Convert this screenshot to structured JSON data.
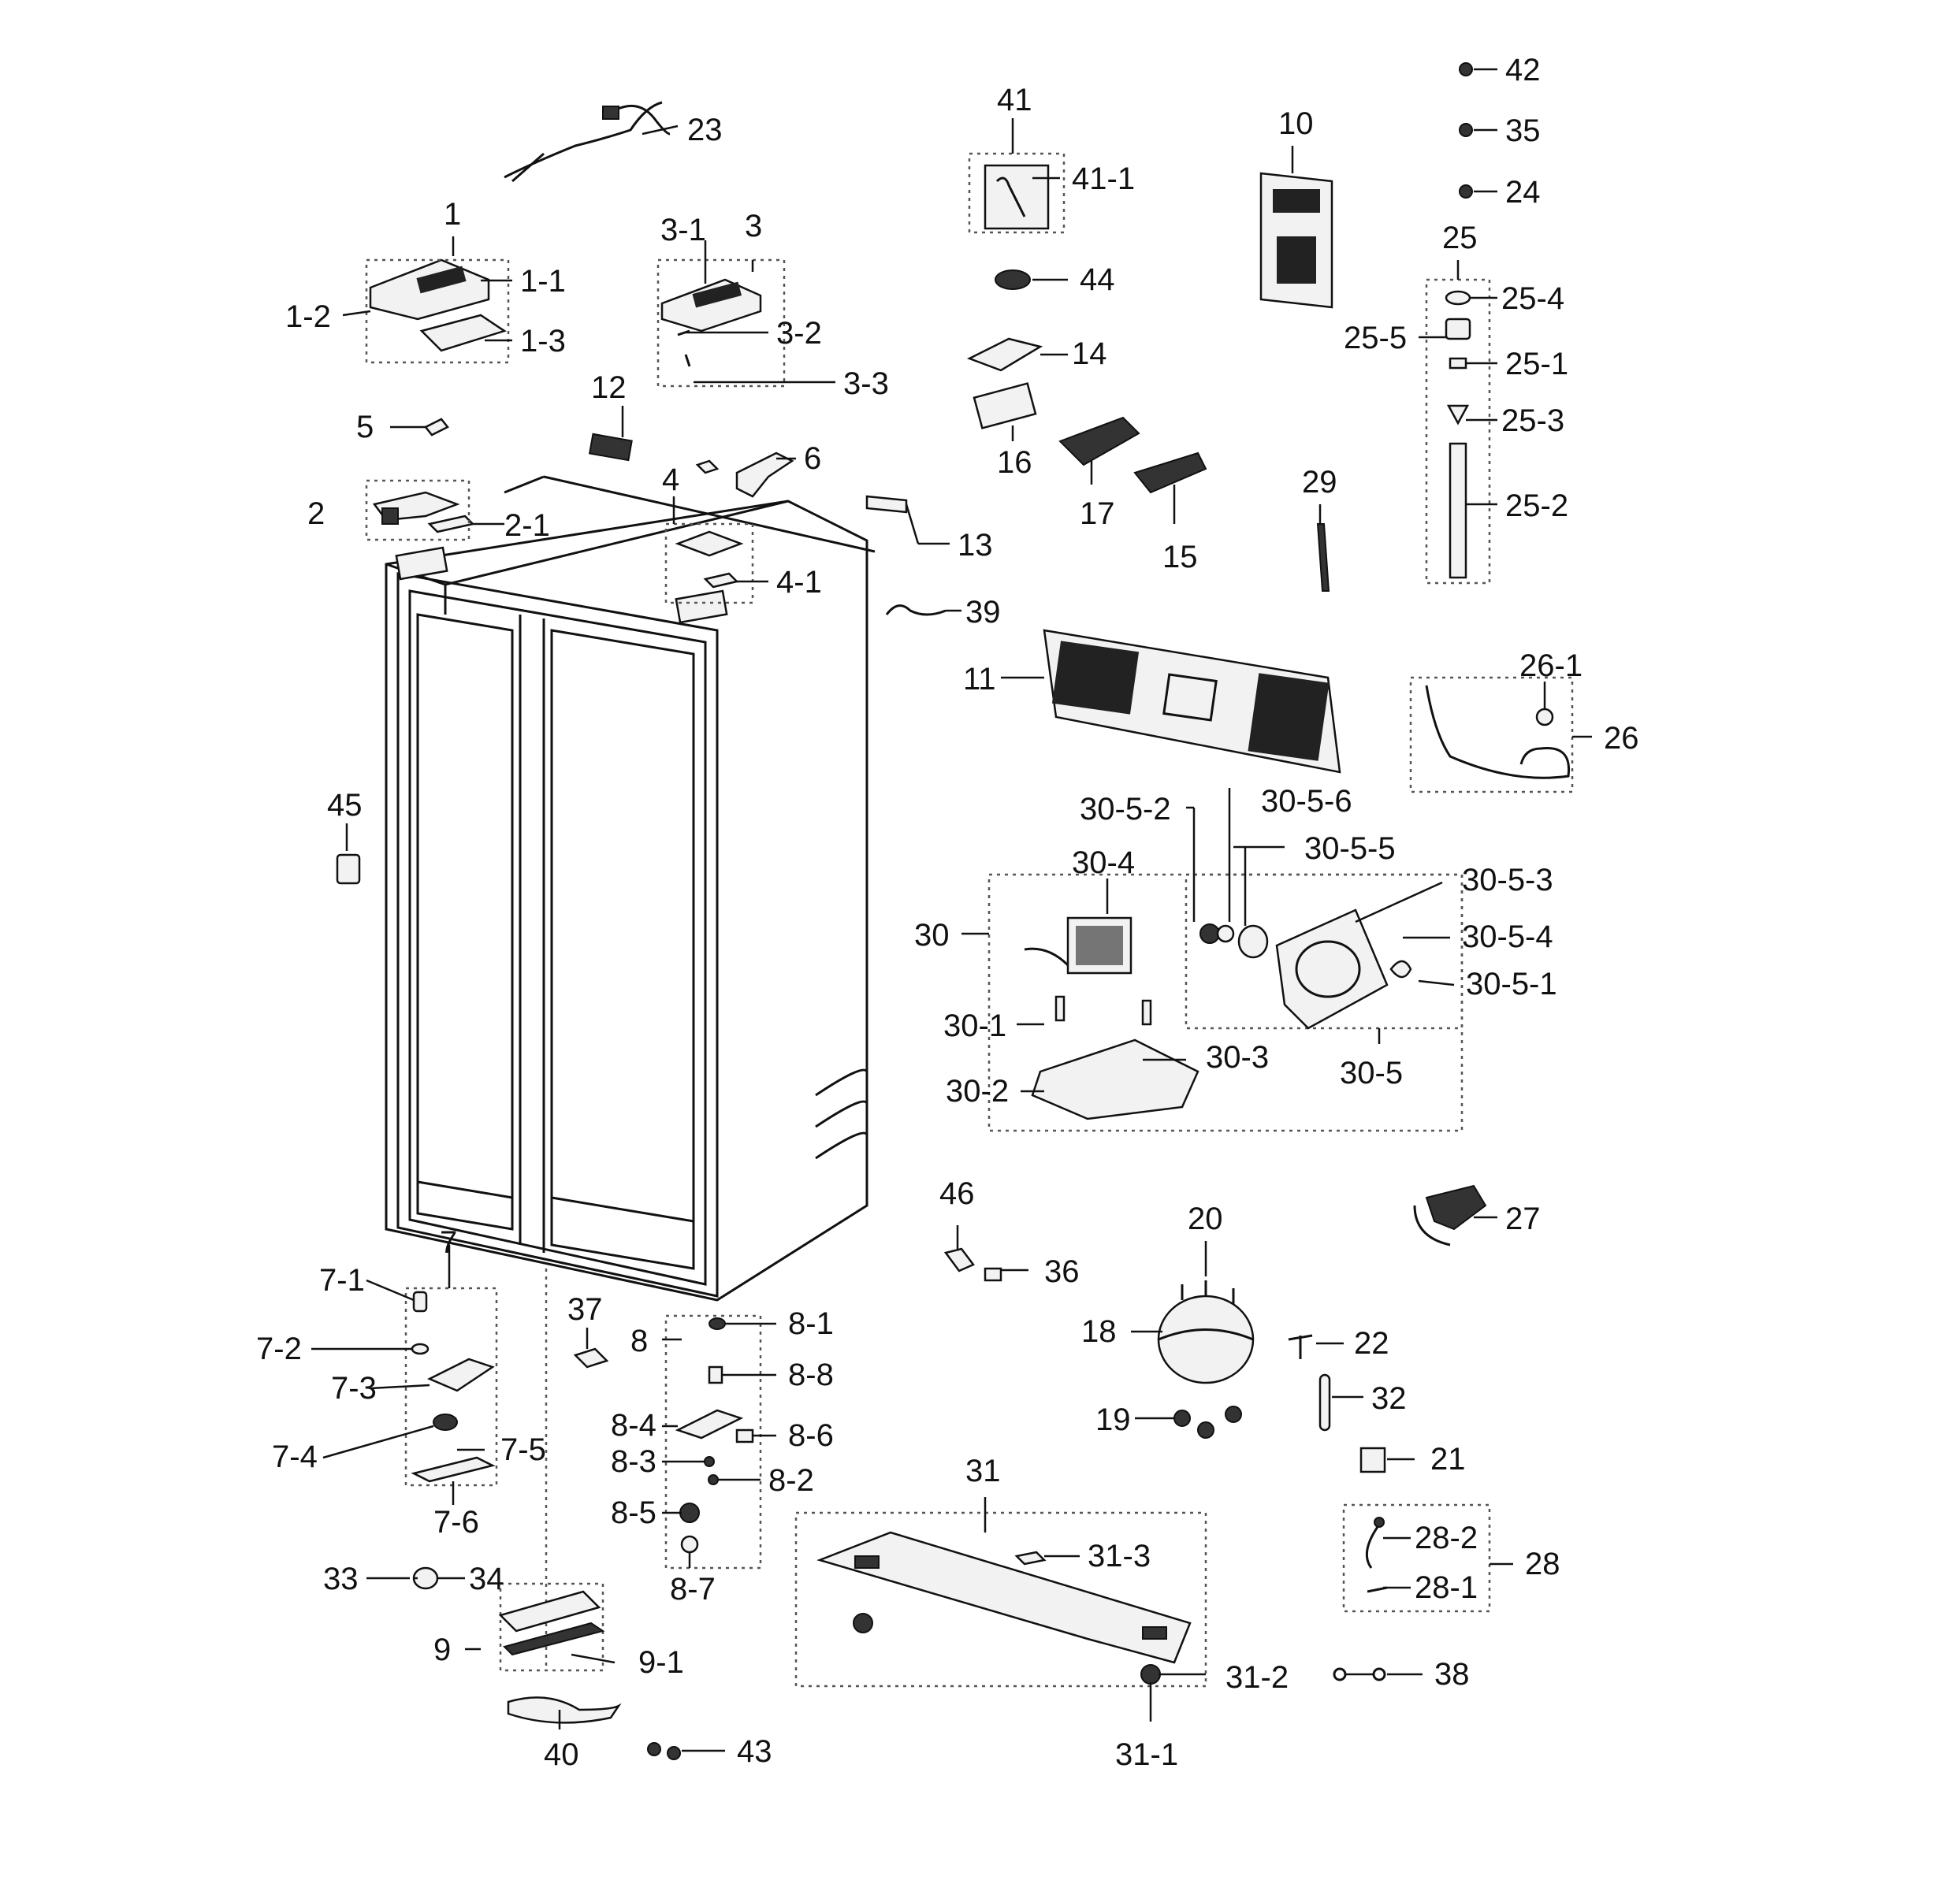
{
  "labels": {
    "l1": "1",
    "l1_1": "1-1",
    "l1_2": "1-2",
    "l1_3": "1-3",
    "l2": "2",
    "l2_1": "2-1",
    "l3": "3",
    "l3_1": "3-1",
    "l3_2": "3-2",
    "l3_3": "3-3",
    "l4": "4",
    "l4_1": "4-1",
    "l5": "5",
    "l6": "6",
    "l7": "7",
    "l7_1": "7-1",
    "l7_2": "7-2",
    "l7_3": "7-3",
    "l7_4": "7-4",
    "l7_5": "7-5",
    "l7_6": "7-6",
    "l8": "8",
    "l8_1": "8-1",
    "l8_2": "8-2",
    "l8_3": "8-3",
    "l8_4": "8-4",
    "l8_5": "8-5",
    "l8_6": "8-6",
    "l8_7": "8-7",
    "l8_8": "8-8",
    "l9": "9",
    "l9_1": "9-1",
    "l10": "10",
    "l11": "11",
    "l12": "12",
    "l13": "13",
    "l14": "14",
    "l15": "15",
    "l16": "16",
    "l17": "17",
    "l18": "18",
    "l19": "19",
    "l20": "20",
    "l21": "21",
    "l22": "22",
    "l23": "23",
    "l24": "24",
    "l25": "25",
    "l25_1": "25-1",
    "l25_2": "25-2",
    "l25_3": "25-3",
    "l25_4": "25-4",
    "l25_5": "25-5",
    "l26": "26",
    "l26_1": "26-1",
    "l27": "27",
    "l28": "28",
    "l28_1": "28-1",
    "l28_2": "28-2",
    "l29": "29",
    "l30": "30",
    "l30_1": "30-1",
    "l30_2": "30-2",
    "l30_3": "30-3",
    "l30_4": "30-4",
    "l30_5": "30-5",
    "l30_5_1": "30-5-1",
    "l30_5_2": "30-5-2",
    "l30_5_3": "30-5-3",
    "l30_5_4": "30-5-4",
    "l30_5_5": "30-5-5",
    "l30_5_6": "30-5-6",
    "l31": "31",
    "l31_1": "31-1",
    "l31_2": "31-2",
    "l31_3": "31-3",
    "l32": "32",
    "l33": "33",
    "l34": "34",
    "l35": "35",
    "l36": "36",
    "l37": "37",
    "l38": "38",
    "l39": "39",
    "l40": "40",
    "l41": "41",
    "l41_1": "41-1",
    "l42": "42",
    "l43": "43",
    "l44": "44",
    "l45": "45",
    "l46": "46"
  }
}
